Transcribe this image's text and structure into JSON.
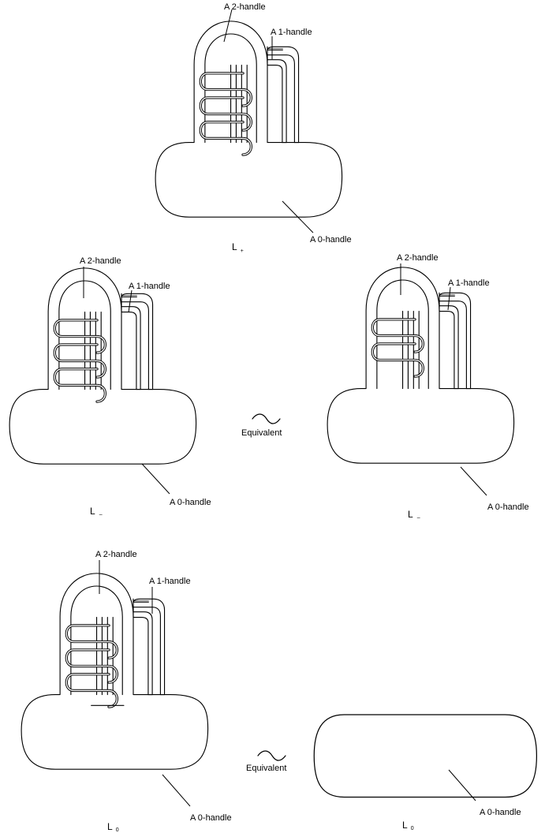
{
  "handles": {
    "two_handle": "A 2-handle",
    "one_handle": "A 1-handle",
    "zero_handle": "A 0-handle"
  },
  "captions": {
    "plus": {
      "base": "L",
      "mark": "+"
    },
    "minus_left": {
      "base": "L",
      "mark": "–"
    },
    "minus_right": {
      "base": "L",
      "mark": "–"
    },
    "zero_left": {
      "base": "L",
      "mark": "0"
    },
    "zero_right": {
      "base": "L",
      "mark": "0"
    }
  },
  "relations": {
    "minus_equivalence": "Equivalent",
    "zero_equivalence": "Equivalent"
  },
  "symbols": {
    "equivalence_icon": "tilde-icon"
  }
}
